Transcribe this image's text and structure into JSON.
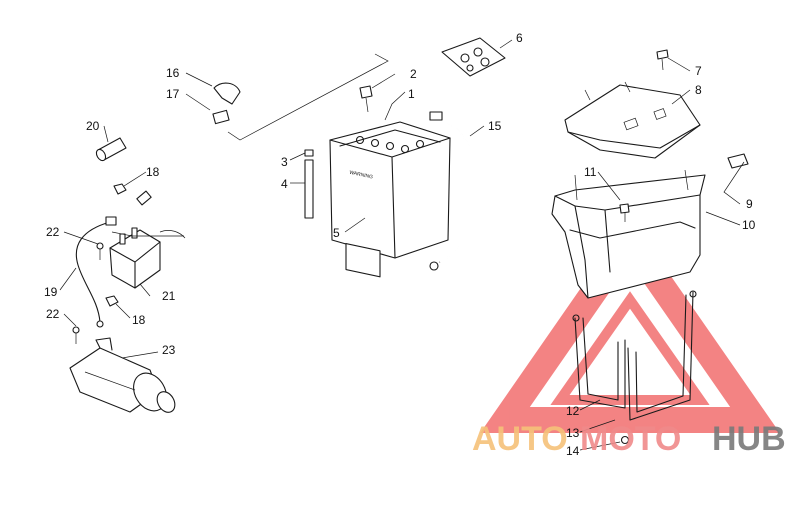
{
  "diagram": {
    "callouts": [
      {
        "id": "c1",
        "label": "1"
      },
      {
        "id": "c2",
        "label": "2"
      },
      {
        "id": "c3",
        "label": "3"
      },
      {
        "id": "c4",
        "label": "4"
      },
      {
        "id": "c5",
        "label": "5"
      },
      {
        "id": "c6",
        "label": "6"
      },
      {
        "id": "c7",
        "label": "7"
      },
      {
        "id": "c8",
        "label": "8"
      },
      {
        "id": "c9",
        "label": "9"
      },
      {
        "id": "c10",
        "label": "10"
      },
      {
        "id": "c11",
        "label": "11"
      },
      {
        "id": "c12",
        "label": "12"
      },
      {
        "id": "c13",
        "label": "13"
      },
      {
        "id": "c14",
        "label": "14"
      },
      {
        "id": "c15",
        "label": "15"
      },
      {
        "id": "c16",
        "label": "16"
      },
      {
        "id": "c17",
        "label": "17"
      },
      {
        "id": "c18a",
        "label": "18"
      },
      {
        "id": "c18b",
        "label": "18"
      },
      {
        "id": "c19",
        "label": "19"
      },
      {
        "id": "c20",
        "label": "20"
      },
      {
        "id": "c21",
        "label": "21"
      },
      {
        "id": "c22a",
        "label": "22"
      },
      {
        "id": "c22b",
        "label": "22"
      },
      {
        "id": "c23",
        "label": "23"
      }
    ],
    "battery_label": "WARNING"
  },
  "watermark": {
    "word_1": "AUTO",
    "word_2": "MOTO",
    "word_3": "HUB",
    "colors": {
      "auto": "#f6c27a",
      "moto": "#f08a8a",
      "hub": "#7a7a7a",
      "triangle": "#f05a5a"
    }
  }
}
